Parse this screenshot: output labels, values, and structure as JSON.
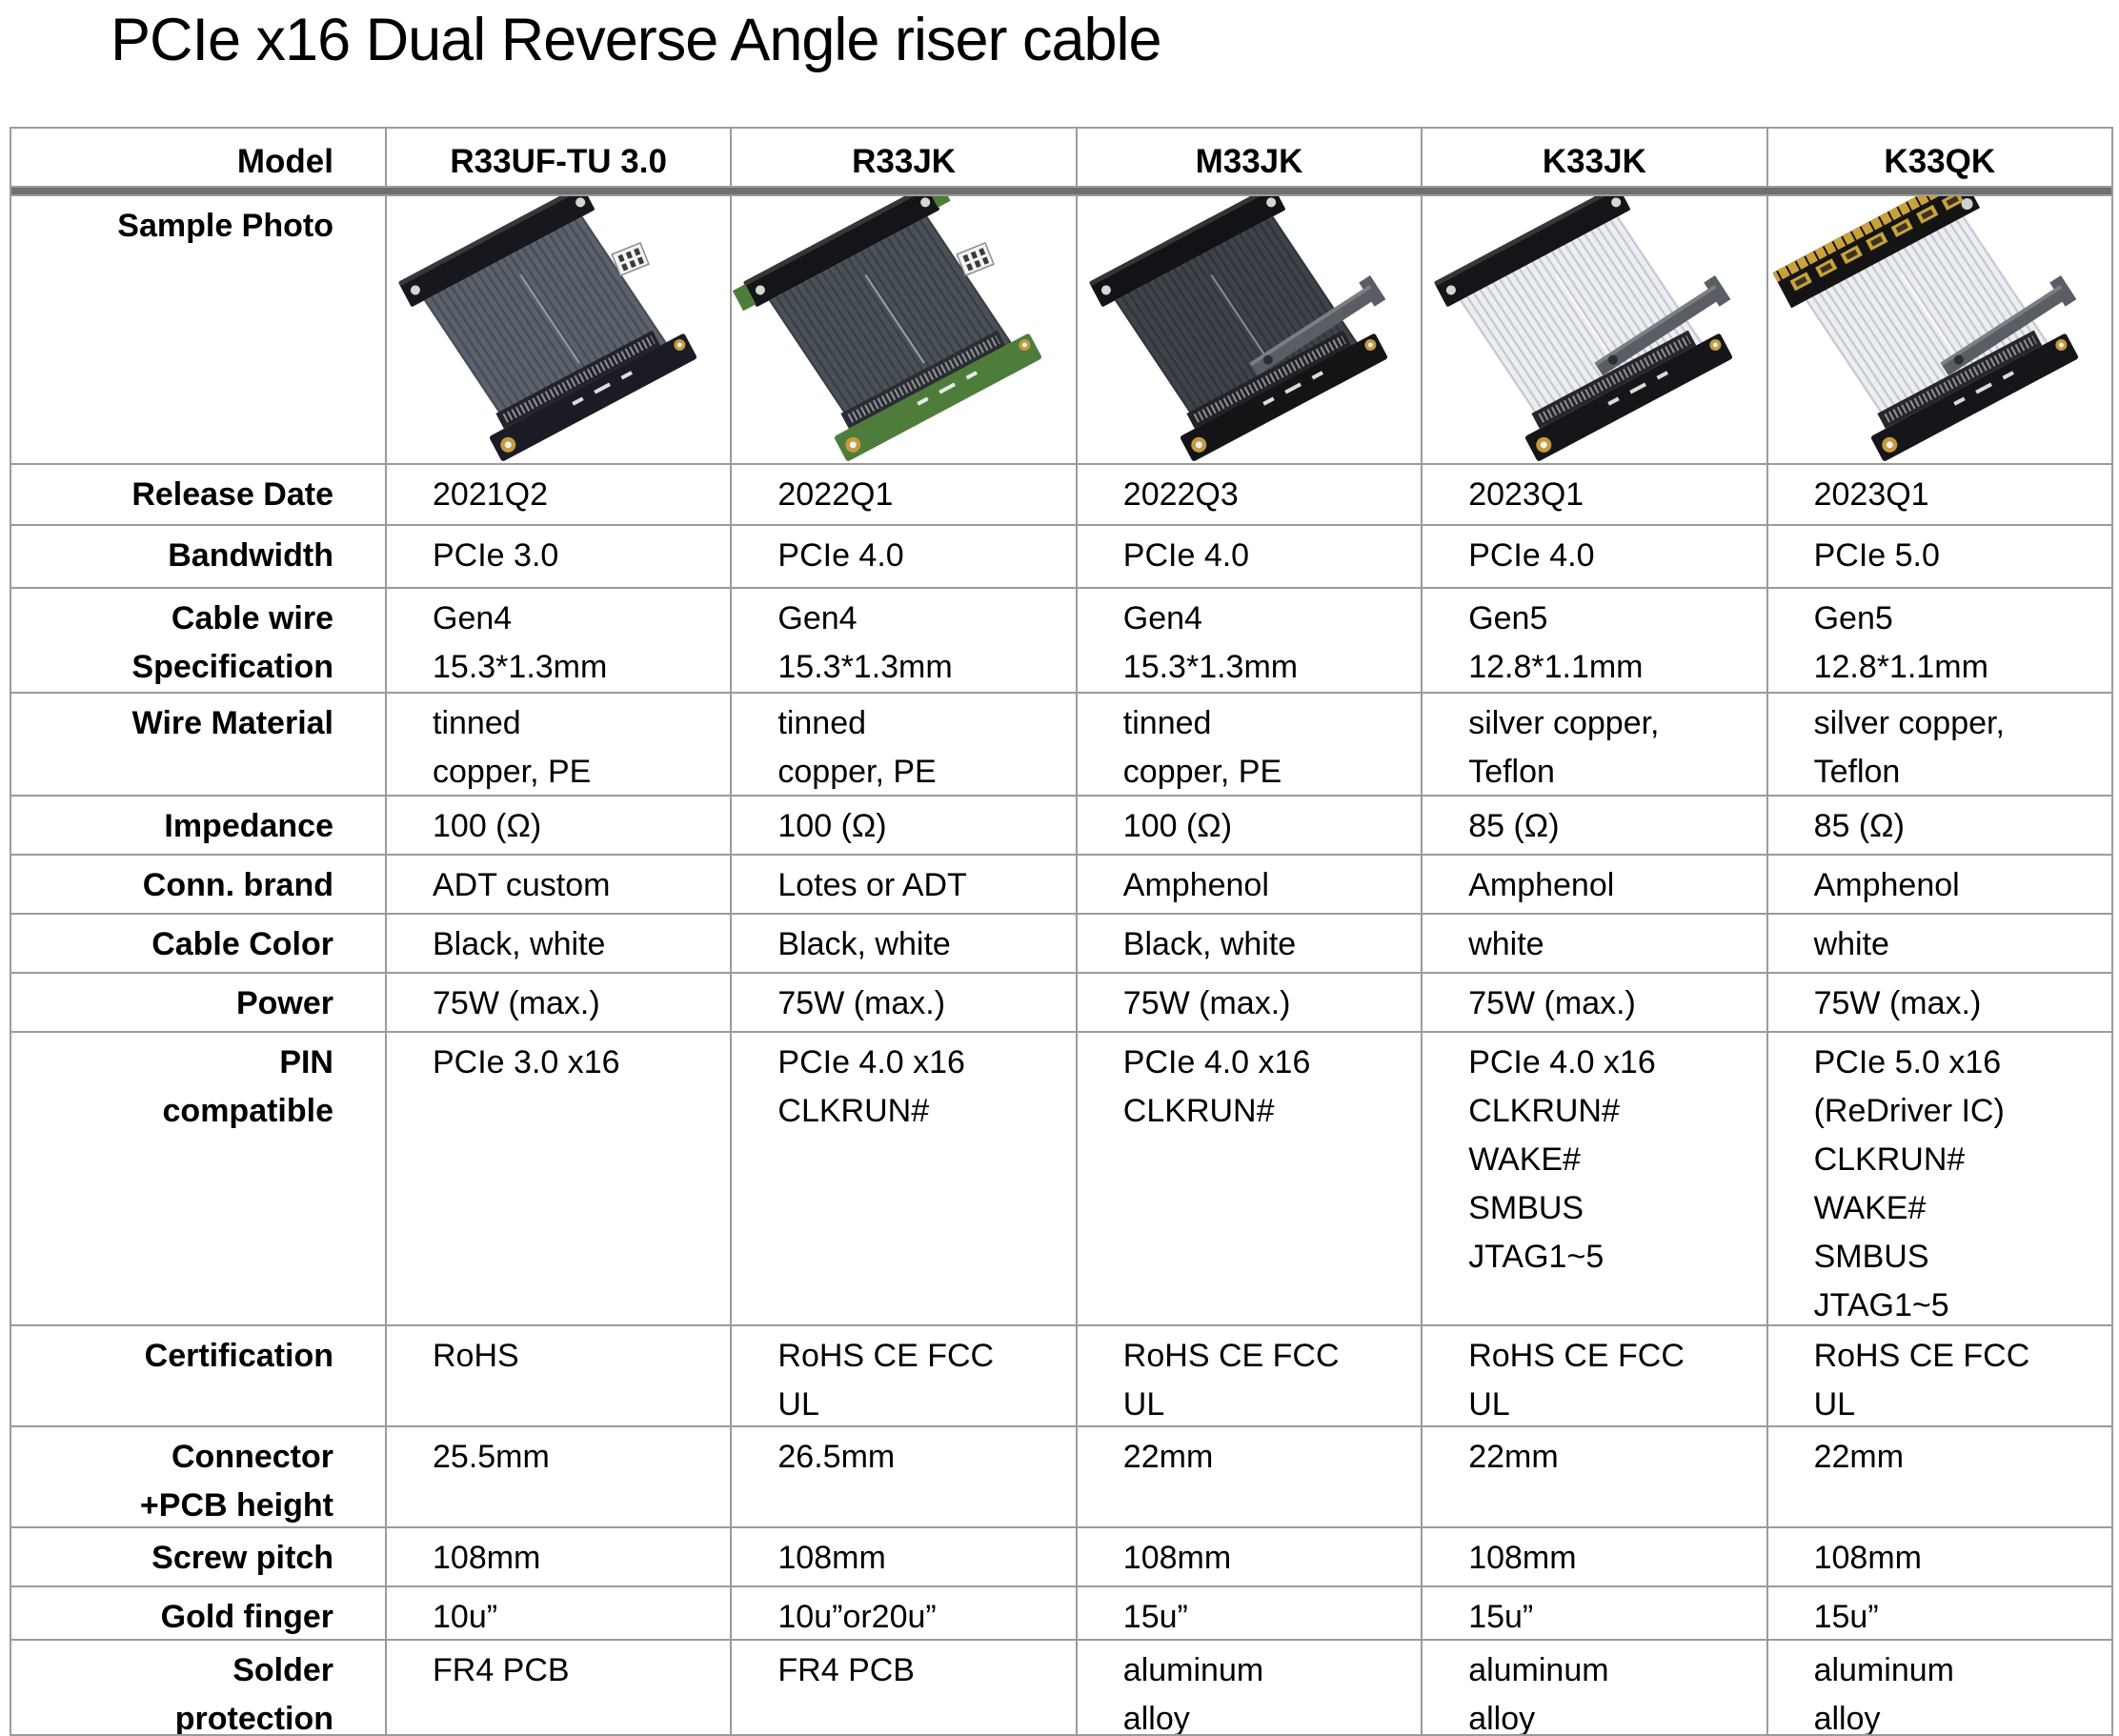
{
  "title": "PCIe x16 Dual Reverse Angle riser cable",
  "colors": {
    "background": "#ffffff",
    "text": "#000000",
    "grid_line": "#9b9b9b",
    "header_divider": "#6f6f6f",
    "gold": "#c49a3f"
  },
  "table": {
    "header_label": "Model",
    "models": [
      "R33UF-TU 3.0",
      "R33JK",
      "M33JK",
      "K33JK",
      "K33QK"
    ],
    "photo_row_label": "Sample Photo",
    "photos": [
      {
        "name": "sample-photo-r33uf-tu-3-0",
        "style": "dark",
        "ribbon": "#5b626c",
        "stripe": "#474d57",
        "seam": "#9aa2ad",
        "top_bar": "#17181d",
        "pcb": "#1a1b24",
        "slot": "#23242b",
        "accents": [
          "white-plug"
        ]
      },
      {
        "name": "sample-photo-r33jk",
        "style": "dark",
        "ribbon": "#4b5158",
        "stripe": "#3a3f46",
        "seam": "#a5aab2",
        "top_bar": "#141518",
        "pcb": "#4e7c3a",
        "slot": "#2a2d31",
        "accents": [
          "white-plug",
          "green-tips"
        ]
      },
      {
        "name": "sample-photo-m33jk",
        "style": "dark",
        "ribbon": "#3e434a",
        "stripe": "#30343a",
        "seam": "#8d949d",
        "top_bar": "#121316",
        "pcb": "#141417",
        "slot": "#222328",
        "accents": [
          "bracket"
        ]
      },
      {
        "name": "sample-photo-k33jk",
        "style": "light",
        "ribbon": "#eceef2",
        "stripe": "#c6cad3",
        "seam": "#ffffff",
        "top_bar": "#141518",
        "pcb": "#16161a",
        "slot": "#26272c",
        "accents": [
          "bracket"
        ]
      },
      {
        "name": "sample-photo-k33qk",
        "style": "light",
        "ribbon": "#eceef2",
        "stripe": "#c6cad3",
        "seam": "#ffffff",
        "top_bar": "#141414",
        "pcb": "#16161a",
        "slot": "#26272c",
        "accents": [
          "bracket",
          "gold-card"
        ]
      }
    ],
    "rows": [
      {
        "key": "release-date",
        "label": "Release Date",
        "values": [
          "2021Q2",
          "2022Q1",
          "2022Q3",
          "2023Q1",
          "2023Q1"
        ]
      },
      {
        "key": "bandwidth",
        "label": "Bandwidth",
        "values": [
          "PCIe 3.0",
          "PCIe 4.0",
          "PCIe 4.0",
          "PCIe 4.0",
          "PCIe 5.0"
        ]
      },
      {
        "key": "cable-wire-specification",
        "label": "Cable wire\nSpecification",
        "values": [
          "Gen4\n15.3*1.3mm",
          "Gen4\n15.3*1.3mm",
          "Gen4\n15.3*1.3mm",
          "Gen5\n12.8*1.1mm",
          "Gen5\n12.8*1.1mm"
        ]
      },
      {
        "key": "wire-material",
        "label": "Wire Material",
        "values": [
          "tinned\ncopper, PE",
          "tinned\ncopper, PE",
          "tinned\ncopper, PE",
          "silver copper,\nTeflon",
          "silver copper,\nTeflon"
        ]
      },
      {
        "key": "impedance",
        "label": "Impedance",
        "values": [
          "100 (Ω)",
          "100 (Ω)",
          "100 (Ω)",
          "85 (Ω)",
          "85 (Ω)"
        ]
      },
      {
        "key": "conn-brand",
        "label": "Conn. brand",
        "values": [
          "ADT custom",
          "Lotes or ADT",
          "Amphenol",
          "Amphenol",
          "Amphenol"
        ]
      },
      {
        "key": "cable-color",
        "label": "Cable Color",
        "values": [
          "Black, white",
          "Black, white",
          "Black, white",
          "white",
          "white"
        ]
      },
      {
        "key": "power",
        "label": "Power",
        "values": [
          "75W (max.)",
          "75W (max.)",
          "75W (max.)",
          "75W (max.)",
          "75W (max.)"
        ]
      },
      {
        "key": "pin-compatible",
        "label": "PIN\ncompatible",
        "values": [
          "PCIe 3.0 x16",
          "PCIe 4.0 x16\nCLKRUN#",
          "PCIe 4.0 x16\nCLKRUN#",
          "PCIe 4.0 x16\nCLKRUN#\nWAKE#\nSMBUS\nJTAG1~5",
          "PCIe 5.0 x16\n(ReDriver IC)\nCLKRUN#\nWAKE#\nSMBUS\nJTAG1~5"
        ]
      },
      {
        "key": "certification",
        "label": "Certification",
        "values": [
          "RoHS",
          "RoHS CE FCC\nUL",
          "RoHS CE FCC\nUL",
          "RoHS CE FCC\nUL",
          "RoHS CE FCC\nUL"
        ]
      },
      {
        "key": "connector-pcb-height",
        "label": "Connector\n+PCB height",
        "values": [
          "25.5mm",
          "26.5mm",
          "22mm",
          "22mm",
          "22mm"
        ]
      },
      {
        "key": "screw-pitch",
        "label": "Screw pitch",
        "values": [
          "108mm",
          "108mm",
          "108mm",
          "108mm",
          "108mm"
        ]
      },
      {
        "key": "gold-finger",
        "label": "Gold finger",
        "values": [
          "10u”",
          "10u”or20u”",
          "15u”",
          "15u”",
          "15u”"
        ]
      },
      {
        "key": "solder-protection",
        "label": "Solder\nprotection",
        "values": [
          "FR4 PCB",
          "FR4 PCB",
          "aluminum\nalloy",
          "aluminum\nalloy",
          "aluminum\nalloy"
        ]
      }
    ]
  }
}
